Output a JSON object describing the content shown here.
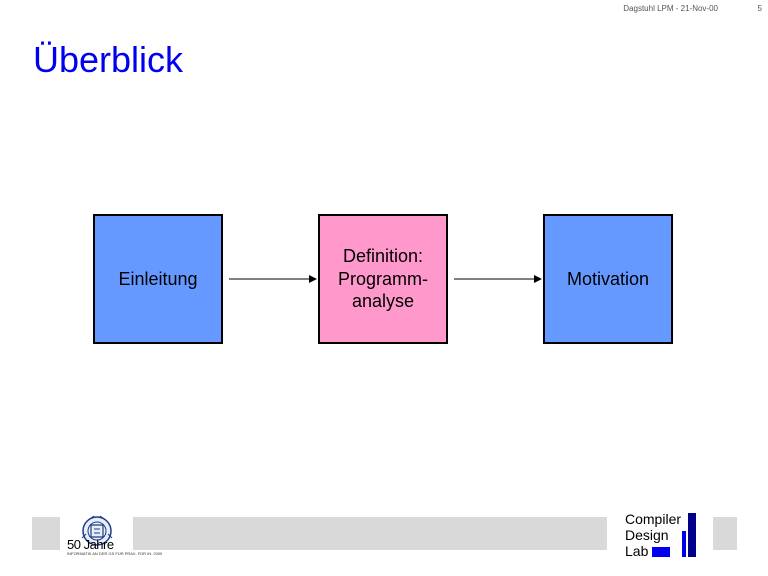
{
  "header": {
    "meta": "Dagstuhl LPM - 21-Nov-00",
    "page_number": "5"
  },
  "slide": {
    "title": "Überblick"
  },
  "diagram": {
    "nodes": [
      {
        "id": "einleitung",
        "lines": [
          "Einleitung"
        ],
        "fill": "#6699ff"
      },
      {
        "id": "definition",
        "lines": [
          "Definition:",
          "Programm-",
          "analyse"
        ],
        "fill": "#ff99cc"
      },
      {
        "id": "motivation",
        "lines": [
          "Motivation"
        ],
        "fill": "#6699ff"
      }
    ],
    "edges": [
      {
        "from": "einleitung",
        "to": "definition"
      },
      {
        "from": "definition",
        "to": "motivation"
      }
    ]
  },
  "footer": {
    "left_logo_caption": "50 Jahre",
    "left_logo_fineprint": "INFORMATIK AN DER GS FÜR PRAX. FÜR IN. 2000",
    "right_logo_lines": [
      "Compiler",
      "Design",
      "Lab"
    ],
    "bar_color": "#d9d9d9",
    "lab_accent_color": "#0000ee",
    "lab_dark_color": "#00008b"
  }
}
